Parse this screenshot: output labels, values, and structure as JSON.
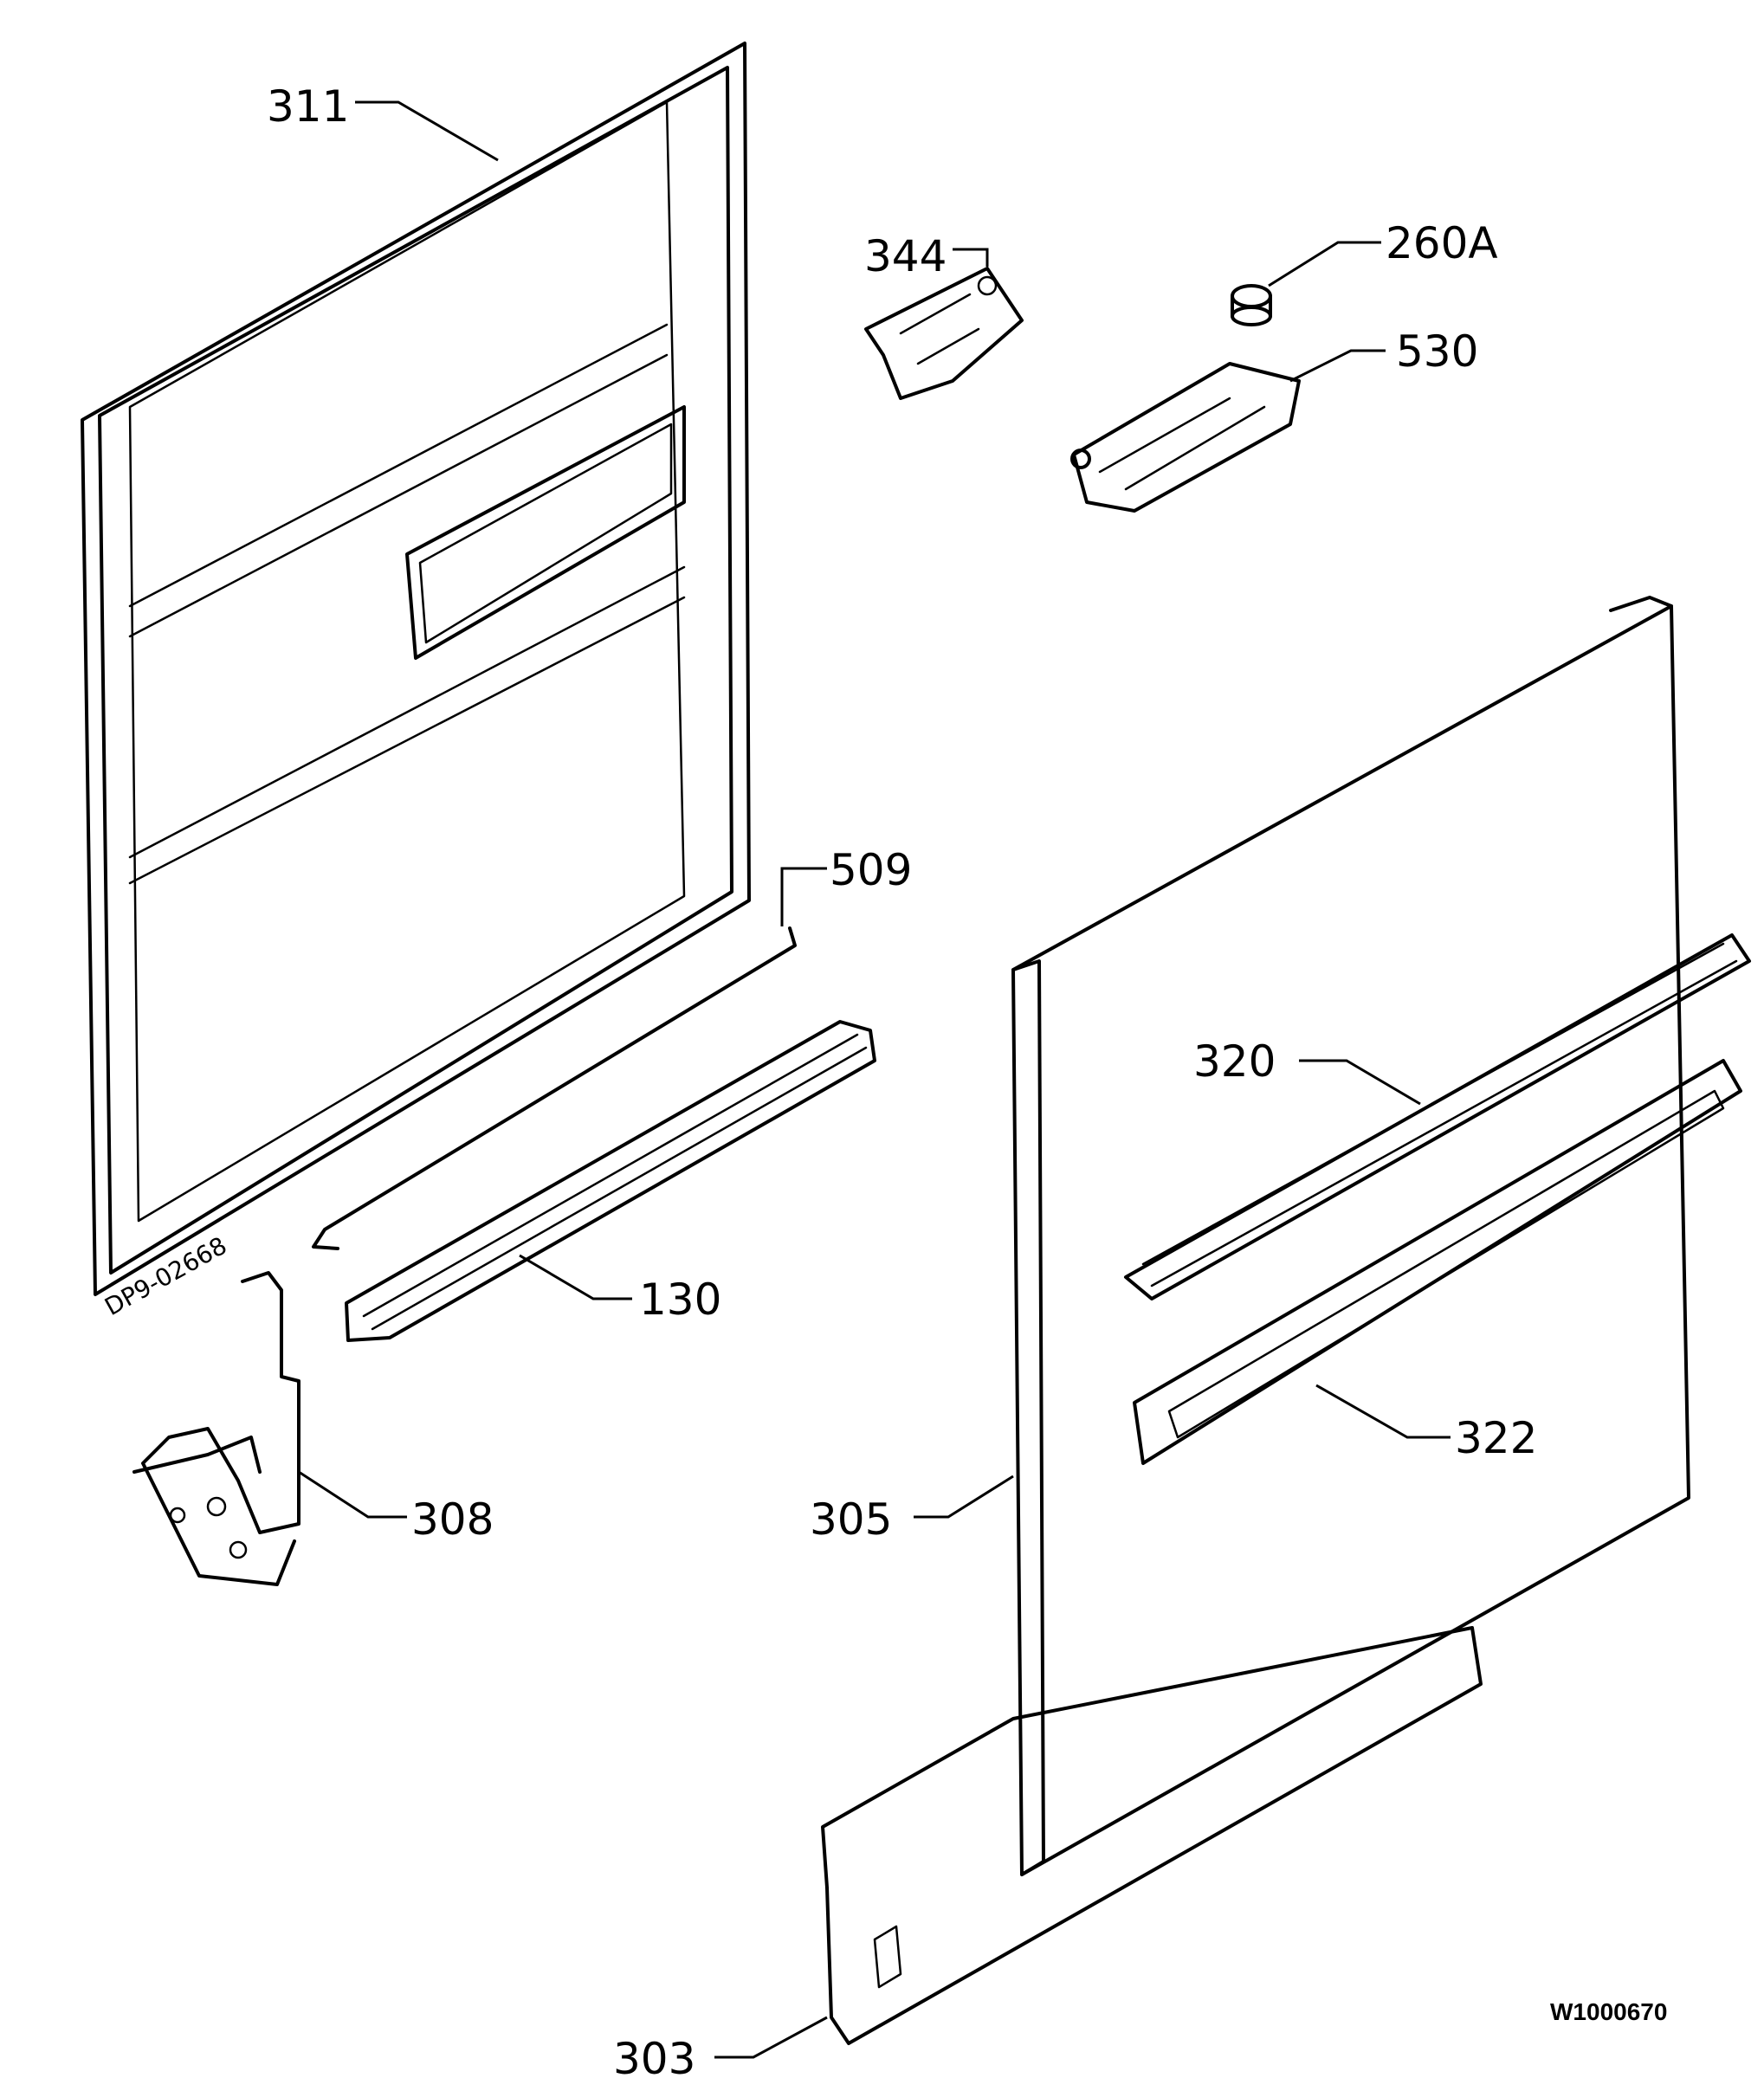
{
  "callouts": {
    "c311": "311",
    "c344": "344",
    "c260a": "260A",
    "c530": "530",
    "c509": "509",
    "c130": "130",
    "c320": "320",
    "c322": "322",
    "c308": "308",
    "c305": "305",
    "c303": "303"
  },
  "drawing_number": "DP9-02668",
  "reference_code": "W1000670"
}
